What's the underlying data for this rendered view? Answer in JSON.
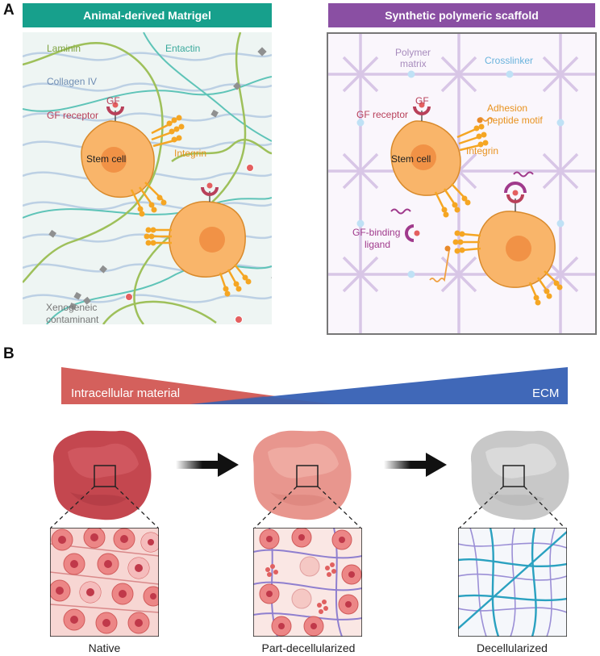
{
  "panel_a": {
    "letter": "A",
    "left": {
      "title": "Animal-derived Matrigel",
      "labels": {
        "laminin": "Laminin",
        "entactin": "Entactin",
        "collagen": "Collagen IV",
        "gf": "GF",
        "gf_receptor": "GF receptor",
        "stem_cell": "Stem cell",
        "integrin": "Integrin",
        "contaminant_1": "Xenogeneic",
        "contaminant_2": "contaminant"
      }
    },
    "right": {
      "title": "Synthetic polymeric scaffold",
      "labels": {
        "polymer_1": "Polymer",
        "polymer_2": "matrix",
        "crosslinker": "Crosslinker",
        "gf": "GF",
        "gf_receptor": "GF receptor",
        "adhesion_1": "Adhesion",
        "adhesion_2": "peptide motif",
        "stem_cell": "Stem cell",
        "integrin": "Integrin",
        "gf_binding_1": "GF-binding",
        "gf_binding_2": "ligand"
      }
    }
  },
  "panel_b": {
    "letter": "B",
    "gradient_left": "Intracellular material",
    "gradient_right": "ECM",
    "stages": [
      "Native",
      "Part-decellularized",
      "Decellularized"
    ]
  },
  "colors": {
    "teal": "#17a08c",
    "purple": "#8a4fa3",
    "red_wedge": "#d4605c",
    "blue_wedge": "#4068b8",
    "cell": "#f9b56a",
    "integrin": "#f5a623"
  }
}
